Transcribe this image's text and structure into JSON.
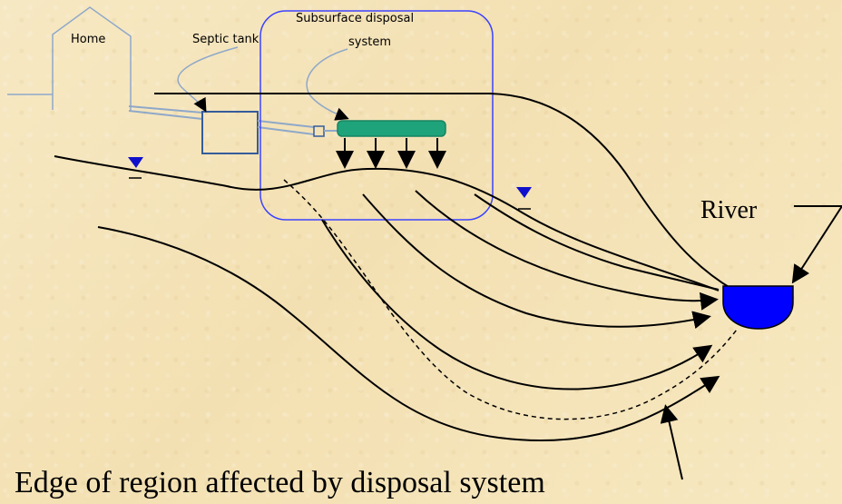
{
  "labels": {
    "home": "Home",
    "septic_tank": "Septic tank",
    "subsurface_line1": "Subsurface disposal",
    "subsurface_line2": "system",
    "river": "River",
    "edge_region": "Edge of region affected by  disposal system"
  },
  "colors": {
    "background": "#f6e7bf",
    "house_outline": "#8fa8c9",
    "tank_outline": "#355c9b",
    "subsurface_box": "#3c43ff",
    "drain_fill": "#1fa37a",
    "water_table_marker": "#1010cc",
    "river_fill": "#0000ff",
    "flow_lines": "#000000"
  },
  "icons": {
    "water_table_marker": "triangle-marker-icon",
    "flow_arrow": "arrow-icon"
  }
}
